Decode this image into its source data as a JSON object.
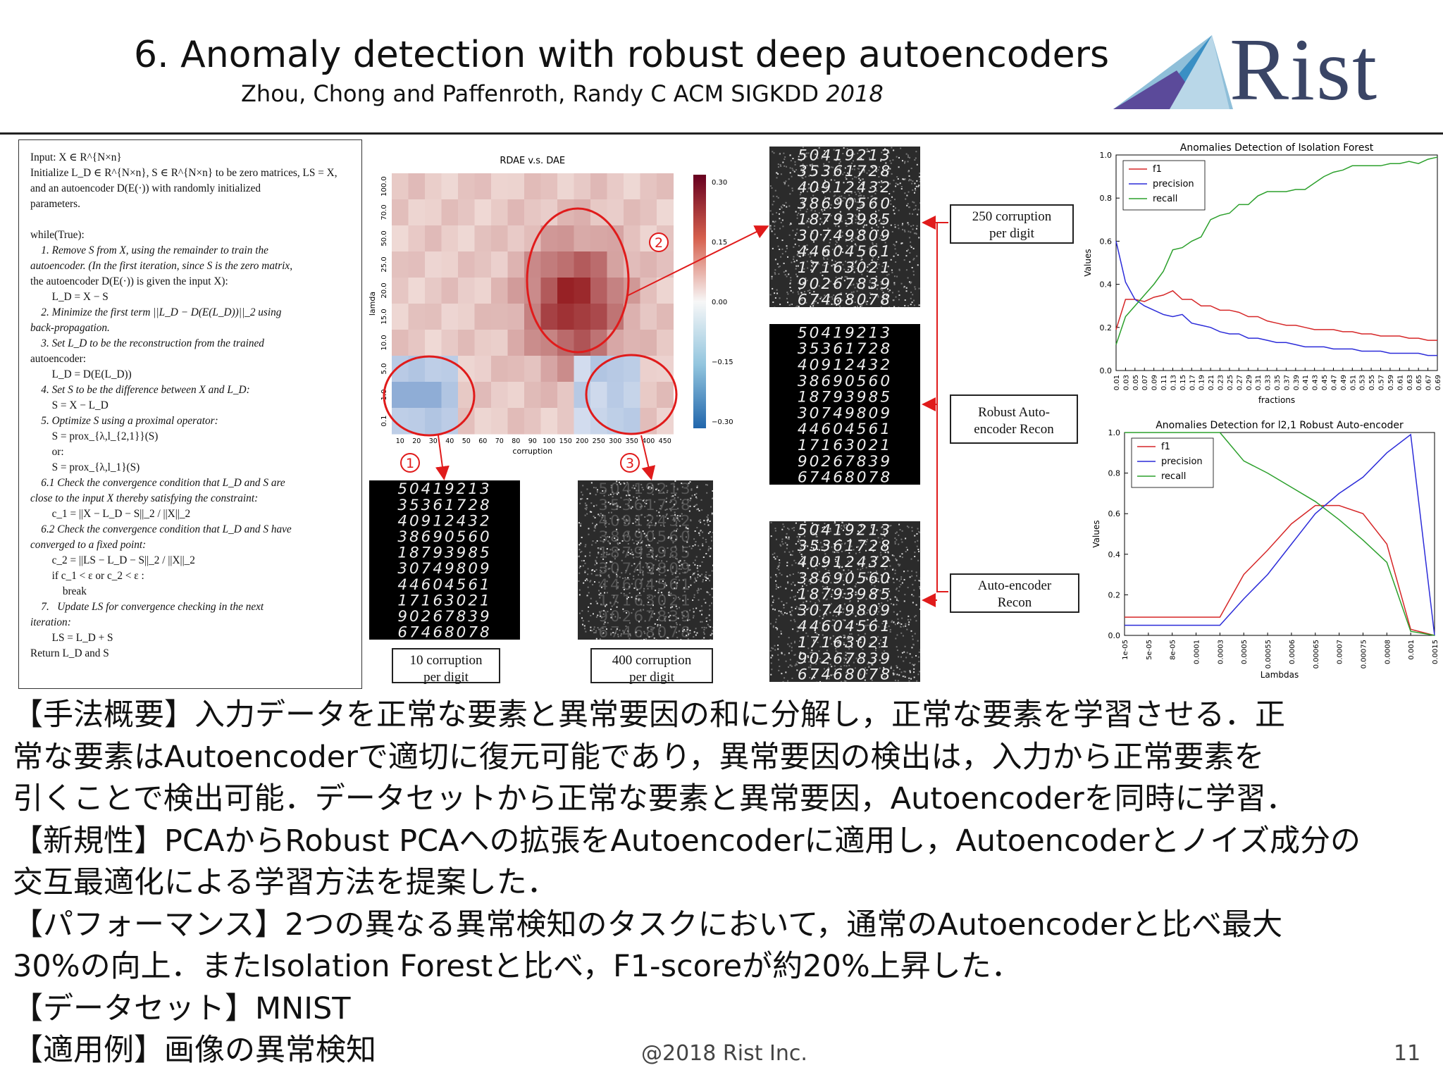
{
  "header": {
    "title": "6. Anomaly detection with robust deep autoencoders",
    "subtitle": "Zhou, Chong and Paffenroth, Randy C  ACM SIGKDD 2018",
    "logo_text": "Rist"
  },
  "algorithm": {
    "lines": [
      "Input: X ∈ R^{N×n}",
      "Initialize L_D ∈ R^{N×n}, S ∈ R^{N×n} to be zero matrices, LS = X,",
      "and an autoencoder D(E(·)) with randomly initialized",
      "parameters.",
      "",
      "while(True):",
      "    1. Remove S from X, using the remainder to train the",
      "autoencoder. (In the first iteration, since S is the zero matrix,",
      "the autoencoder D(E(·)) is given the input X):",
      "        L_D = X − S",
      "    2. Minimize the first term ||L_D − D(E(L_D))||_2 using",
      "back-propagation.",
      "    3. Set L_D to be the reconstruction from the trained",
      "autoencoder:",
      "        L_D = D(E(L_D))",
      "    4. Set S to be the difference between X and L_D:",
      "        S = X − L_D",
      "    5. Optimize S using a proximal operator:",
      "        S = prox_{λ,l_{2,1}}(S)",
      "        or:",
      "        S = prox_{λ,l_1}(S)",
      "    6.1 Check the convergence condition that L_D and S are",
      "close to the input X thereby satisfying the constraint:",
      "        c_1 = ||X − L_D − S||_2 / ||X||_2",
      "    6.2 Check the convergence condition that L_D and S have",
      "converged to a fixed point:",
      "        c_2 = ||LS − L_D − S||_2 / ||X||_2",
      "        if c_1 < ε or c_2 < ε :",
      "            break",
      "    7.   Update LS for convergence checking in the next",
      "iteration:",
      "        LS = L_D + S",
      "Return L_D and S"
    ]
  },
  "heatmap": {
    "title": "RDAE v.s. DAE",
    "xlabel": "corruption",
    "ylabel": "lamda",
    "xticks": [
      "10",
      "20",
      "30",
      "40",
      "50",
      "60",
      "70",
      "80",
      "90",
      "100",
      "150",
      "200",
      "250",
      "300",
      "350",
      "400",
      "450"
    ],
    "yticks": [
      "0.1",
      "1.0",
      "5.0",
      "10.0",
      "15.0",
      "20.0",
      "25.0",
      "50.0",
      "70.0",
      "100.0"
    ],
    "colorbar_ticks": [
      "0.30",
      "0.15",
      "0.00",
      "−0.15",
      "−0.30"
    ],
    "circle_labels": [
      "1",
      "2",
      "3"
    ]
  },
  "boxes": {
    "c10": "10 corruption\nper digit",
    "c400": "400 corruption\nper digit",
    "c250": "250 corruption\nper digit",
    "robust": "Robust Auto-\nencoder Recon",
    "ae": "Auto-encoder\nRecon"
  },
  "digit_rows": [
    "50419213",
    "35361728",
    "40912432",
    "38690560",
    "18793985",
    "30749809",
    "44604561",
    "17163021",
    "90267839",
    "67468078"
  ],
  "chart_data": [
    {
      "type": "line",
      "title": "Anomalies Detection of Isolation Forest",
      "xlabel": "fractions",
      "ylabel": "Values",
      "x": [
        0.01,
        0.03,
        0.05,
        0.07,
        0.09,
        0.11,
        0.13,
        0.15,
        0.17,
        0.19,
        0.21,
        0.23,
        0.25,
        0.27,
        0.29,
        0.31,
        0.33,
        0.35,
        0.37,
        0.39,
        0.41,
        0.43,
        0.45,
        0.47,
        0.49,
        0.51,
        0.53,
        0.55,
        0.57,
        0.59,
        0.61,
        0.63,
        0.65,
        0.67,
        0.69
      ],
      "ylim": [
        0,
        1.0
      ],
      "yticks": [
        "0.0",
        "0.2",
        "0.4",
        "0.6",
        "0.8",
        "1.0"
      ],
      "legend_position": "top-left",
      "series": [
        {
          "name": "f1",
          "color": "#d62728",
          "values": [
            0.19,
            0.33,
            0.33,
            0.32,
            0.34,
            0.35,
            0.37,
            0.33,
            0.33,
            0.3,
            0.3,
            0.28,
            0.28,
            0.27,
            0.25,
            0.25,
            0.23,
            0.22,
            0.21,
            0.21,
            0.2,
            0.19,
            0.19,
            0.19,
            0.18,
            0.18,
            0.17,
            0.17,
            0.16,
            0.16,
            0.16,
            0.15,
            0.15,
            0.14,
            0.14
          ]
        },
        {
          "name": "precision",
          "color": "#2c2cd9",
          "values": [
            0.6,
            0.41,
            0.33,
            0.3,
            0.28,
            0.26,
            0.25,
            0.26,
            0.22,
            0.21,
            0.2,
            0.18,
            0.17,
            0.17,
            0.15,
            0.15,
            0.14,
            0.13,
            0.13,
            0.12,
            0.11,
            0.11,
            0.11,
            0.1,
            0.1,
            0.1,
            0.09,
            0.09,
            0.09,
            0.08,
            0.08,
            0.08,
            0.08,
            0.07,
            0.07
          ]
        },
        {
          "name": "recall",
          "color": "#2ca02c",
          "values": [
            0.12,
            0.25,
            0.3,
            0.35,
            0.4,
            0.46,
            0.56,
            0.57,
            0.6,
            0.62,
            0.7,
            0.72,
            0.73,
            0.77,
            0.77,
            0.81,
            0.83,
            0.83,
            0.83,
            0.84,
            0.84,
            0.87,
            0.9,
            0.92,
            0.93,
            0.95,
            0.95,
            0.95,
            0.95,
            0.96,
            0.96,
            0.97,
            0.96,
            0.98,
            0.99
          ]
        }
      ]
    },
    {
      "type": "line",
      "title": "Anomalies Detection for l2,1 Robust Auto-encoder",
      "xlabel": "Lambdas",
      "ylabel": "Values",
      "categories": [
        "1e-05",
        "5e-05",
        "8e-05",
        "0.0001",
        "0.0003",
        "0.0005",
        "0.00055",
        "0.0006",
        "0.00065",
        "0.0007",
        "0.00075",
        "0.0008",
        "0.001",
        "0.0015"
      ],
      "ylim": [
        0,
        1.0
      ],
      "yticks": [
        "0.0",
        "0.2",
        "0.4",
        "0.6",
        "0.8",
        "1.0"
      ],
      "legend_position": "top-left",
      "series": [
        {
          "name": "f1",
          "color": "#d62728",
          "values": [
            0.09,
            0.09,
            0.09,
            0.09,
            0.09,
            0.3,
            0.42,
            0.55,
            0.64,
            0.64,
            0.6,
            0.45,
            0.03,
            0.0
          ]
        },
        {
          "name": "precision",
          "color": "#2c2cd9",
          "values": [
            0.05,
            0.05,
            0.05,
            0.05,
            0.05,
            0.18,
            0.3,
            0.45,
            0.6,
            0.7,
            0.78,
            0.9,
            0.99,
            0.0
          ]
        },
        {
          "name": "recall",
          "color": "#2ca02c",
          "values": [
            1.0,
            1.0,
            1.0,
            1.0,
            1.0,
            0.86,
            0.8,
            0.73,
            0.66,
            0.57,
            0.47,
            0.36,
            0.02,
            0.0
          ]
        }
      ]
    }
  ],
  "body": {
    "lines": [
      "【手法概要】入力データを正常な要素と異常要因の和に分解し，正常な要素を学習させる．正",
      "常な要素はAutoencoderで適切に復元可能であり，異常要因の検出は，入力から正常要素を",
      "引くことで検出可能．データセットから正常な要素と異常要因，Autoencoderを同時に学習．",
      "【新規性】PCAからRobust PCAへの拡張をAutoencoderに適用し，Autoencoderとノイズ成分の",
      "交互最適化による学習方法を提案した．",
      "【パフォーマンス】2つの異なる異常検知のタスクにおいて，通常のAutoencoderと比べ最大",
      "30%の向上．またIsolation Forestと比べ，F1-scoreが約20%上昇した．",
      "【データセット】MNIST",
      "【適用例】画像の異常検知"
    ]
  },
  "footer": {
    "copyright": "@2018 Rist Inc.",
    "page": "11"
  }
}
